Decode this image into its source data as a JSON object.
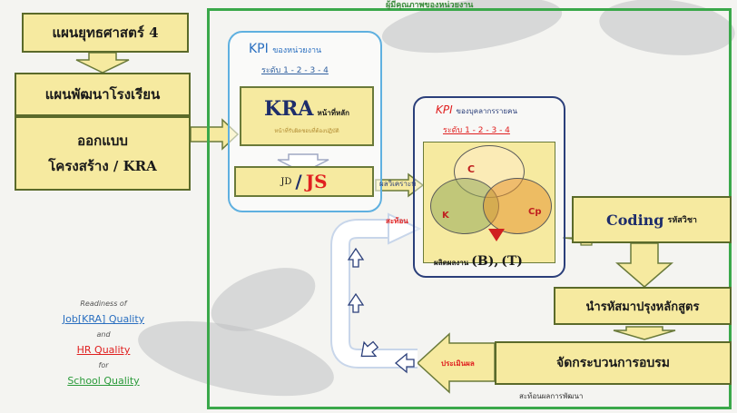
{
  "left": {
    "strategy_plan": "แผนยุทธศาสตร์ 4",
    "school_dev_plan": "แผนพัฒนาโรงเรียน",
    "design_line1": "ออกแบบ",
    "design_line2": "โครงสร้าง / KRA"
  },
  "top_frame_label": "ผู้มีคุณภาพของหน่วยงาน",
  "kpi_org": {
    "title_prefix": "KPI",
    "title_suffix": "ของหน่วยงาน",
    "levels": "ระดับ 1 - 2 - 3 - 4",
    "kra_main": "KRA",
    "kra_sub": "หน้าที่หลัก",
    "kra_note": "หน้าที่รับผิดชอบที่ต้องปฏิบัติ",
    "jd": "JD",
    "slash": "/",
    "js": "JS"
  },
  "kpi_person": {
    "title_prefix": "KPI",
    "title_suffix": "ของบุคลากรรายคน",
    "levels": "ระดับ 1 - 2 - 3 - 4",
    "circle_top": "C",
    "circle_left": "K",
    "circle_right": "Cp",
    "outcome_prefix": "ผลิตผลงาน",
    "outcome_b": "(B),",
    "outcome_t": "(T)"
  },
  "arrow_labels": {
    "assess": "ผลวิเคราะห์",
    "feedback": "สะท้อน",
    "evaluate": "ประเมินผล"
  },
  "right": {
    "coding_main": "Coding",
    "coding_sub": "รหัสวิชา",
    "curriculum": "นำรหัสมาปรุงหลักสูตร",
    "training": "จัดกระบวนการอบรม",
    "footer": "สะท้อนผลการพัฒนา"
  },
  "legend": {
    "readiness": "Readiness of",
    "job": "Job[KRA] Quality",
    "and": "and",
    "hr": "HR Quality",
    "for": "for",
    "school": "School Quality"
  },
  "colors": {
    "frame_green": "#3aa84a",
    "kpi_blue": "#5fb0e0",
    "kpi_navy": "#2b3f7a",
    "red": "#e02020",
    "box_yellow": "#f6eaa0"
  }
}
